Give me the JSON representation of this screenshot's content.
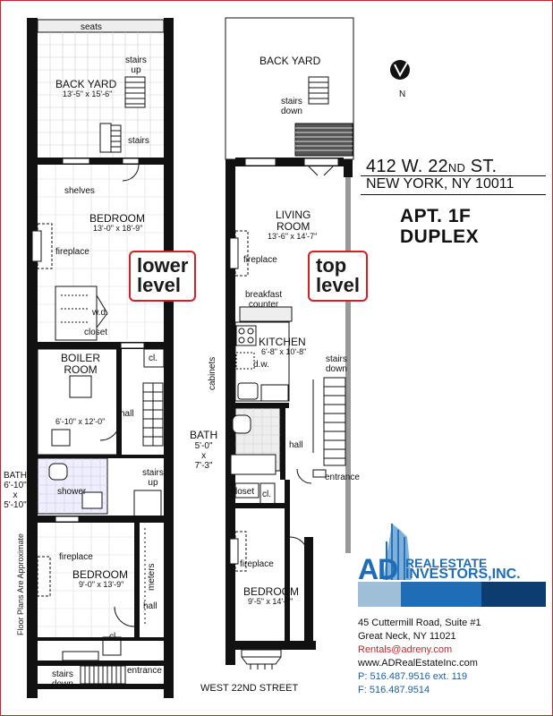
{
  "address": {
    "street_num": "412 W. 22",
    "street_suffix": "ND",
    "street_tail": " ST.",
    "city": "NEW YORK, NY 10011"
  },
  "apartment": {
    "line1": "APT. 1F",
    "line2": "DUPLEX"
  },
  "north_label": "N",
  "level_tags": {
    "lower": [
      "lower",
      "level"
    ],
    "top": [
      "top",
      "level"
    ]
  },
  "disclaimer": "Floor Plans Are Approximate",
  "street_label": "WEST 22ND STREET",
  "lower_level": {
    "seats": "seats",
    "stairs_up_1": [
      "stairs",
      "up"
    ],
    "back_yard": "BACK YARD",
    "back_yard_dim": "13'-5\" x 15'-6\"",
    "stairs": "stairs",
    "shelves": "shelves",
    "bedroom1": "BEDROOM",
    "bedroom1_dim": "13'-0\" x 18'-9\"",
    "fireplace1": "fireplace",
    "wd": "w.d.",
    "closet": "closet",
    "boiler_room": [
      "BOILER",
      "ROOM"
    ],
    "boiler_dim": "6'-10\" x 12'-0\"",
    "cl1": "cl.",
    "hall1": "hall",
    "bath": [
      "BATH",
      "6'-10\"",
      "x",
      "5'-10\""
    ],
    "shower": "shower",
    "stairs_up_2": [
      "stairs",
      "up"
    ],
    "fireplace2": "fireplace",
    "bedroom2": "BEDROOM",
    "bedroom2_dim": "9'-0\" x 13'-9\"",
    "meters": "meters",
    "hall2": "hall",
    "cl2": "cl.",
    "stairs_down": [
      "stairs",
      "down"
    ],
    "entrance": "entrance"
  },
  "top_level": {
    "back_yard": "BACK YARD",
    "stairs_down_1": [
      "stairs",
      "down"
    ],
    "living_room": [
      "LIVING",
      "ROOM"
    ],
    "living_dim": "13'-6\" x 14'-7\"",
    "fireplace1": "fireplace",
    "breakfast": [
      "breakfast",
      "counter"
    ],
    "kitchen": "KITCHEN",
    "kitchen_dim": "6'-8\" x 10'-8\"",
    "dw": "d.w.",
    "cabinets": "cabinets",
    "stairs_down_2": [
      "stairs",
      "down"
    ],
    "bath": [
      "BATH",
      "5'-0\"",
      "x",
      "7'-3\""
    ],
    "hall": "hall",
    "entrance": "entrance",
    "closet": "closet",
    "cl": "cl.",
    "fireplace2": "fireplace",
    "bedroom": "BEDROOM",
    "bedroom_dim": "9'-5\" x 14'-6\""
  },
  "company": {
    "logo_ad": "AD",
    "logo_real_estate": "REALESTATE",
    "logo_investors": "INVESTORS,INC.",
    "address1": "45 Cuttermill Road, Suite #1",
    "address2": "Great Neck, NY 11021",
    "email": "Rentals@adreny.com",
    "web": "www.ADRealEstateInc.com",
    "phone": "P: 516.487.9516 ext. 119",
    "fax": "F: 516.487.9514"
  },
  "colors": {
    "accent_red": "#d21f2a",
    "logo_blue": "#1f6db6",
    "phone_blue": "#1d5fa0"
  }
}
